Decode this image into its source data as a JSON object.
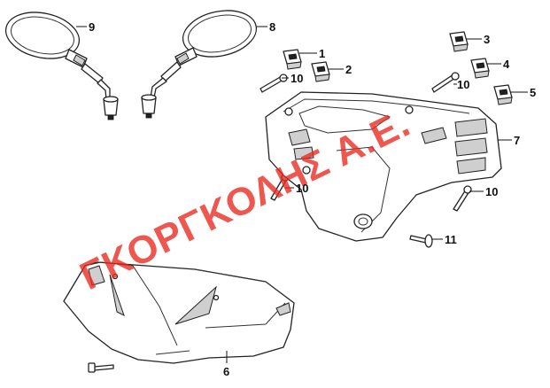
{
  "watermark": {
    "text": "ΓΚΟΡΓΚΟΛΗΣ Α.Ε.",
    "color": "#e8281e"
  },
  "callouts": [
    {
      "id": "1",
      "label": "1"
    },
    {
      "id": "2",
      "label": "2"
    },
    {
      "id": "3",
      "label": "3"
    },
    {
      "id": "4",
      "label": "4"
    },
    {
      "id": "5",
      "label": "5"
    },
    {
      "id": "6",
      "label": "6"
    },
    {
      "id": "7",
      "label": "7"
    },
    {
      "id": "8",
      "label": "8"
    },
    {
      "id": "9",
      "label": "9"
    },
    {
      "id": "10a",
      "label": "10"
    },
    {
      "id": "10b",
      "label": "10"
    },
    {
      "id": "10c",
      "label": "10"
    },
    {
      "id": "10d",
      "label": "10"
    },
    {
      "id": "11",
      "label": "11"
    }
  ]
}
